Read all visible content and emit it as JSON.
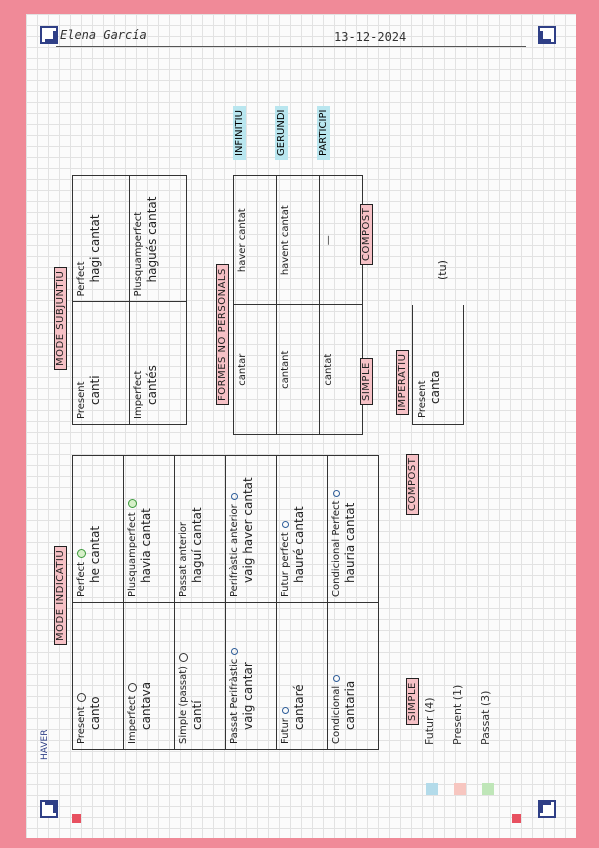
{
  "header": {
    "name": "Elena García",
    "date": "13-12-2024"
  },
  "indicatiu": {
    "title": "MODE INDICATIU",
    "simple_label": "SIMPLE",
    "compost_label": "COMPOST",
    "side_label": "HAVER",
    "simple": [
      {
        "tense": "Present",
        "form": "canto"
      },
      {
        "tense": "Imperfect",
        "form": "cantava"
      },
      {
        "tense": "Simple (passat)",
        "form": "cantí"
      },
      {
        "tense": "Passat Perifràstic",
        "form": "vaig cantar"
      },
      {
        "tense": "Futur",
        "form": "cantaré"
      },
      {
        "tense": "Condicional",
        "form": "cantaria"
      }
    ],
    "compost": [
      {
        "tense": "Perfect",
        "form": "he cantat"
      },
      {
        "tense": "Plusquamperfect",
        "form": "havia cantat"
      },
      {
        "tense": "Passat anterior",
        "form": "haguí cantat"
      },
      {
        "tense": "Perifràstic anterior",
        "form": "vaig haver cantat"
      },
      {
        "tense": "Futur perfect",
        "form": "hauré cantat"
      },
      {
        "tense": "Condicional Perfect",
        "form": "hauria cantat"
      }
    ]
  },
  "subjuntiu": {
    "title": "MODE SUBJUNTIU",
    "simple": [
      {
        "tense": "Present",
        "form": "canti"
      },
      {
        "tense": "Imperfect",
        "form": "cantés"
      }
    ],
    "compost": [
      {
        "tense": "Perfect",
        "form": "hagi cantat"
      },
      {
        "tense": "Plusquamperfect",
        "form": "hagués cantat"
      }
    ]
  },
  "personals": {
    "title": "FORMES NO PERSONALS",
    "headers": [
      "INFINITIU",
      "GERUNDI",
      "PARTICIPI"
    ],
    "simple_label": "SIMPLE",
    "compost_label": "COMPOST",
    "simple": [
      "cantar",
      "cantant",
      "cantat"
    ],
    "compost": [
      "haver cantat",
      "havent cantat",
      "—"
    ]
  },
  "imperatiu": {
    "title": "IMPERATIU",
    "tense": "Present",
    "form": "canta",
    "person": "(tu)"
  },
  "legend": [
    {
      "label": "Futur (4)",
      "color": "#b3dbea"
    },
    {
      "label": "Present (1)",
      "color": "#f7c6c0"
    },
    {
      "label": "Passat (3)",
      "color": "#bfe6b8"
    }
  ]
}
